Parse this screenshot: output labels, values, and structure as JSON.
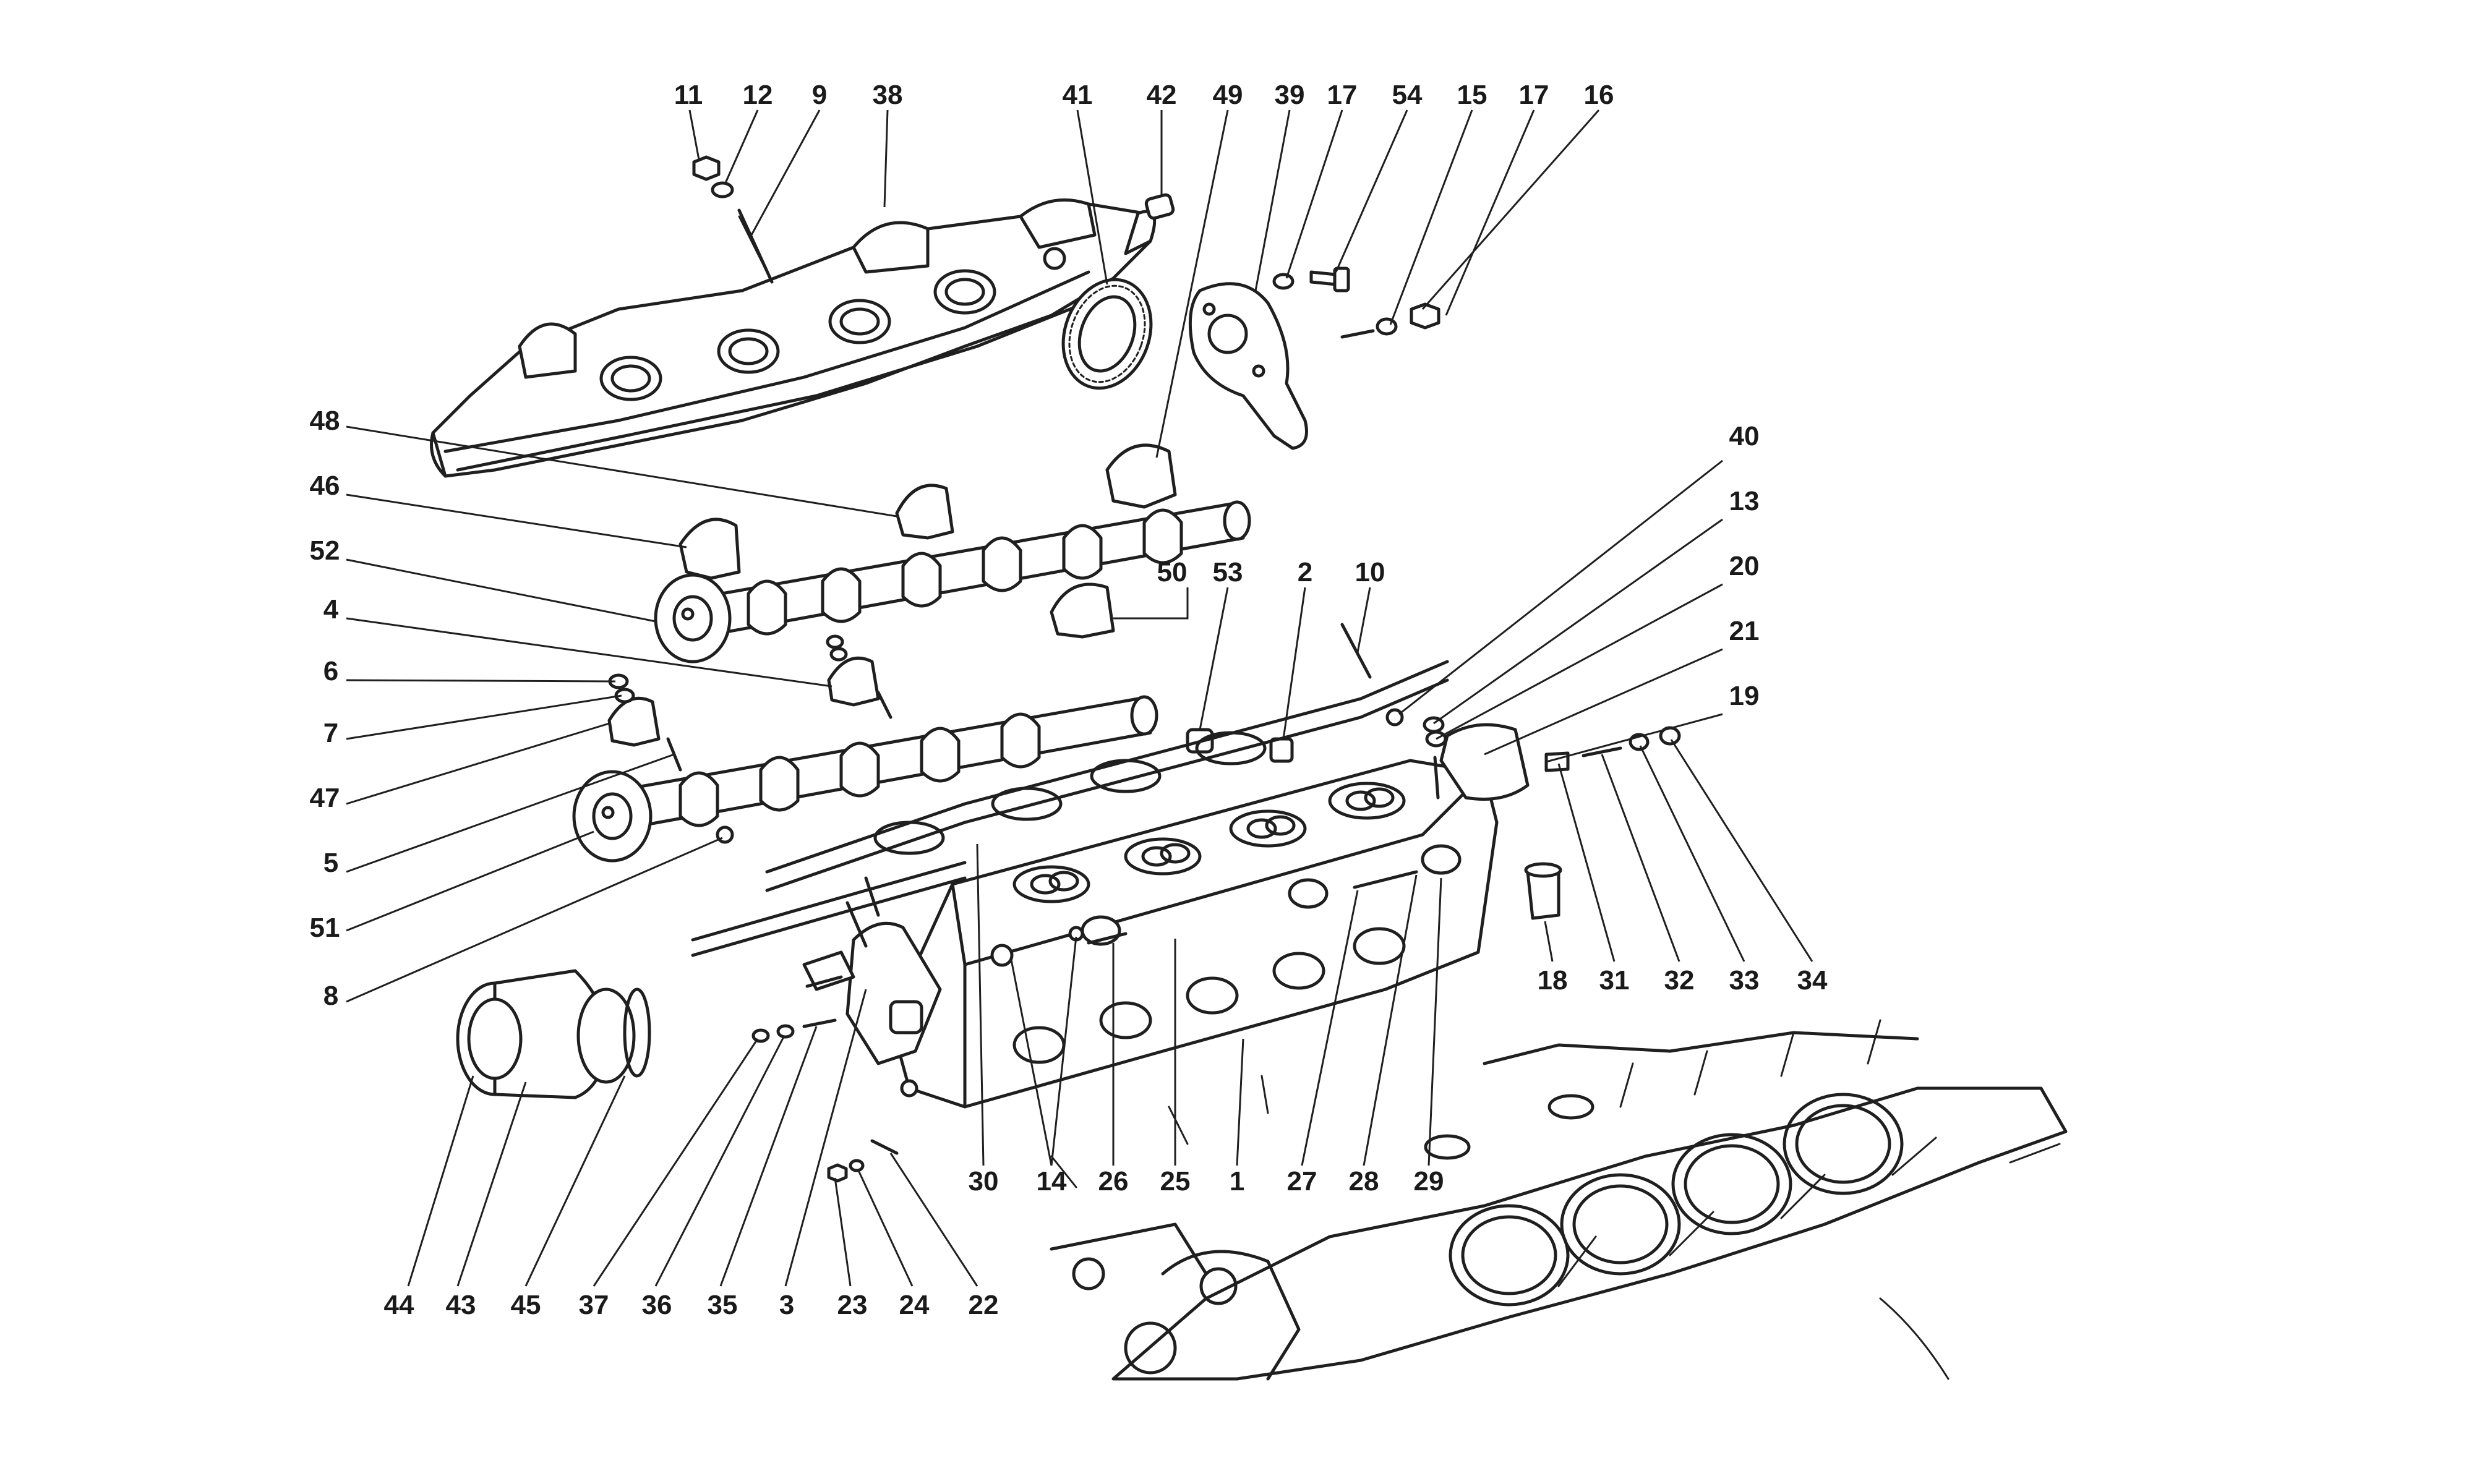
{
  "diagram": {
    "type": "exploded-parts-diagram",
    "colors": {
      "ink": "#1f1f1f",
      "background": "#ffffff"
    },
    "callouts": [
      {
        "id": "c11",
        "label": "11"
      },
      {
        "id": "c12",
        "label": "12"
      },
      {
        "id": "c9",
        "label": "9"
      },
      {
        "id": "c38",
        "label": "38"
      },
      {
        "id": "c41",
        "label": "41"
      },
      {
        "id": "c42",
        "label": "42"
      },
      {
        "id": "c49",
        "label": "49"
      },
      {
        "id": "c39",
        "label": "39"
      },
      {
        "id": "c17a",
        "label": "17"
      },
      {
        "id": "c54",
        "label": "54"
      },
      {
        "id": "c15",
        "label": "15"
      },
      {
        "id": "c17b",
        "label": "17"
      },
      {
        "id": "c16",
        "label": "16"
      },
      {
        "id": "c40",
        "label": "40"
      },
      {
        "id": "c13",
        "label": "13"
      },
      {
        "id": "c20",
        "label": "20"
      },
      {
        "id": "c21",
        "label": "21"
      },
      {
        "id": "c19",
        "label": "19"
      },
      {
        "id": "c48",
        "label": "48"
      },
      {
        "id": "c46",
        "label": "46"
      },
      {
        "id": "c52",
        "label": "52"
      },
      {
        "id": "c4",
        "label": "4"
      },
      {
        "id": "c6",
        "label": "6"
      },
      {
        "id": "c7",
        "label": "7"
      },
      {
        "id": "c47",
        "label": "47"
      },
      {
        "id": "c5",
        "label": "5"
      },
      {
        "id": "c51",
        "label": "51"
      },
      {
        "id": "c8",
        "label": "8"
      },
      {
        "id": "c50",
        "label": "50"
      },
      {
        "id": "c53",
        "label": "53"
      },
      {
        "id": "c2",
        "label": "2"
      },
      {
        "id": "c10",
        "label": "10"
      },
      {
        "id": "c18",
        "label": "18"
      },
      {
        "id": "c31",
        "label": "31"
      },
      {
        "id": "c32",
        "label": "32"
      },
      {
        "id": "c33",
        "label": "33"
      },
      {
        "id": "c34",
        "label": "34"
      },
      {
        "id": "c30",
        "label": "30"
      },
      {
        "id": "c14",
        "label": "14"
      },
      {
        "id": "c26",
        "label": "26"
      },
      {
        "id": "c25",
        "label": "25"
      },
      {
        "id": "c1",
        "label": "1"
      },
      {
        "id": "c27",
        "label": "27"
      },
      {
        "id": "c28",
        "label": "28"
      },
      {
        "id": "c29",
        "label": "29"
      },
      {
        "id": "c44",
        "label": "44"
      },
      {
        "id": "c43",
        "label": "43"
      },
      {
        "id": "c45",
        "label": "45"
      },
      {
        "id": "c37",
        "label": "37"
      },
      {
        "id": "c36",
        "label": "36"
      },
      {
        "id": "c35",
        "label": "35"
      },
      {
        "id": "c3",
        "label": "3"
      },
      {
        "id": "c23",
        "label": "23"
      },
      {
        "id": "c24",
        "label": "24"
      },
      {
        "id": "c22",
        "label": "22"
      }
    ]
  }
}
